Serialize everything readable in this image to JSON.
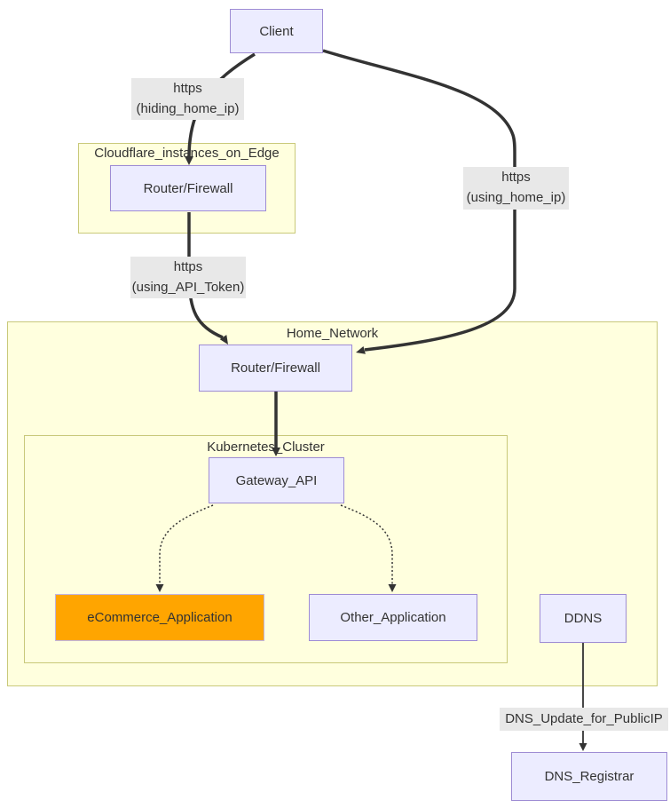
{
  "diagram": {
    "nodes": {
      "client": {
        "label": "Client"
      },
      "cf_router": {
        "label": "Router/Firewall"
      },
      "home_router": {
        "label": "Router/Firewall"
      },
      "gateway": {
        "label": "Gateway_API"
      },
      "ecommerce": {
        "label": "eCommerce_Application"
      },
      "other_app": {
        "label": "Other_Application"
      },
      "ddns": {
        "label": "DDNS"
      },
      "dns_registrar": {
        "label": "DNS_Registrar"
      }
    },
    "clusters": {
      "cloudflare": {
        "title": "Cloudflare_instances_on_Edge"
      },
      "home_network": {
        "title": "Home_Network"
      },
      "kubernetes": {
        "title": "Kubernetes_Cluster"
      }
    },
    "edge_labels": {
      "hiding": {
        "line1": "https",
        "line2": "(hiding_home_ip)"
      },
      "api_token": {
        "line1": "https",
        "line2": "(using_API_Token)"
      },
      "home_ip": {
        "line1": "https",
        "line2": "(using_home_ip)"
      },
      "dns_update": {
        "line1": "DNS_Update_for_PublicIP"
      }
    },
    "colors": {
      "node_fill": "#ECECFF",
      "node_border": "#9E8CD4",
      "ecommerce_fill": "#FFA500",
      "cluster_fill": "#FFFFDE",
      "cluster_border": "#C9C97A",
      "edge_color": "#333333",
      "edge_label_bg": "#E8E8E8",
      "text_color": "#333333"
    }
  }
}
